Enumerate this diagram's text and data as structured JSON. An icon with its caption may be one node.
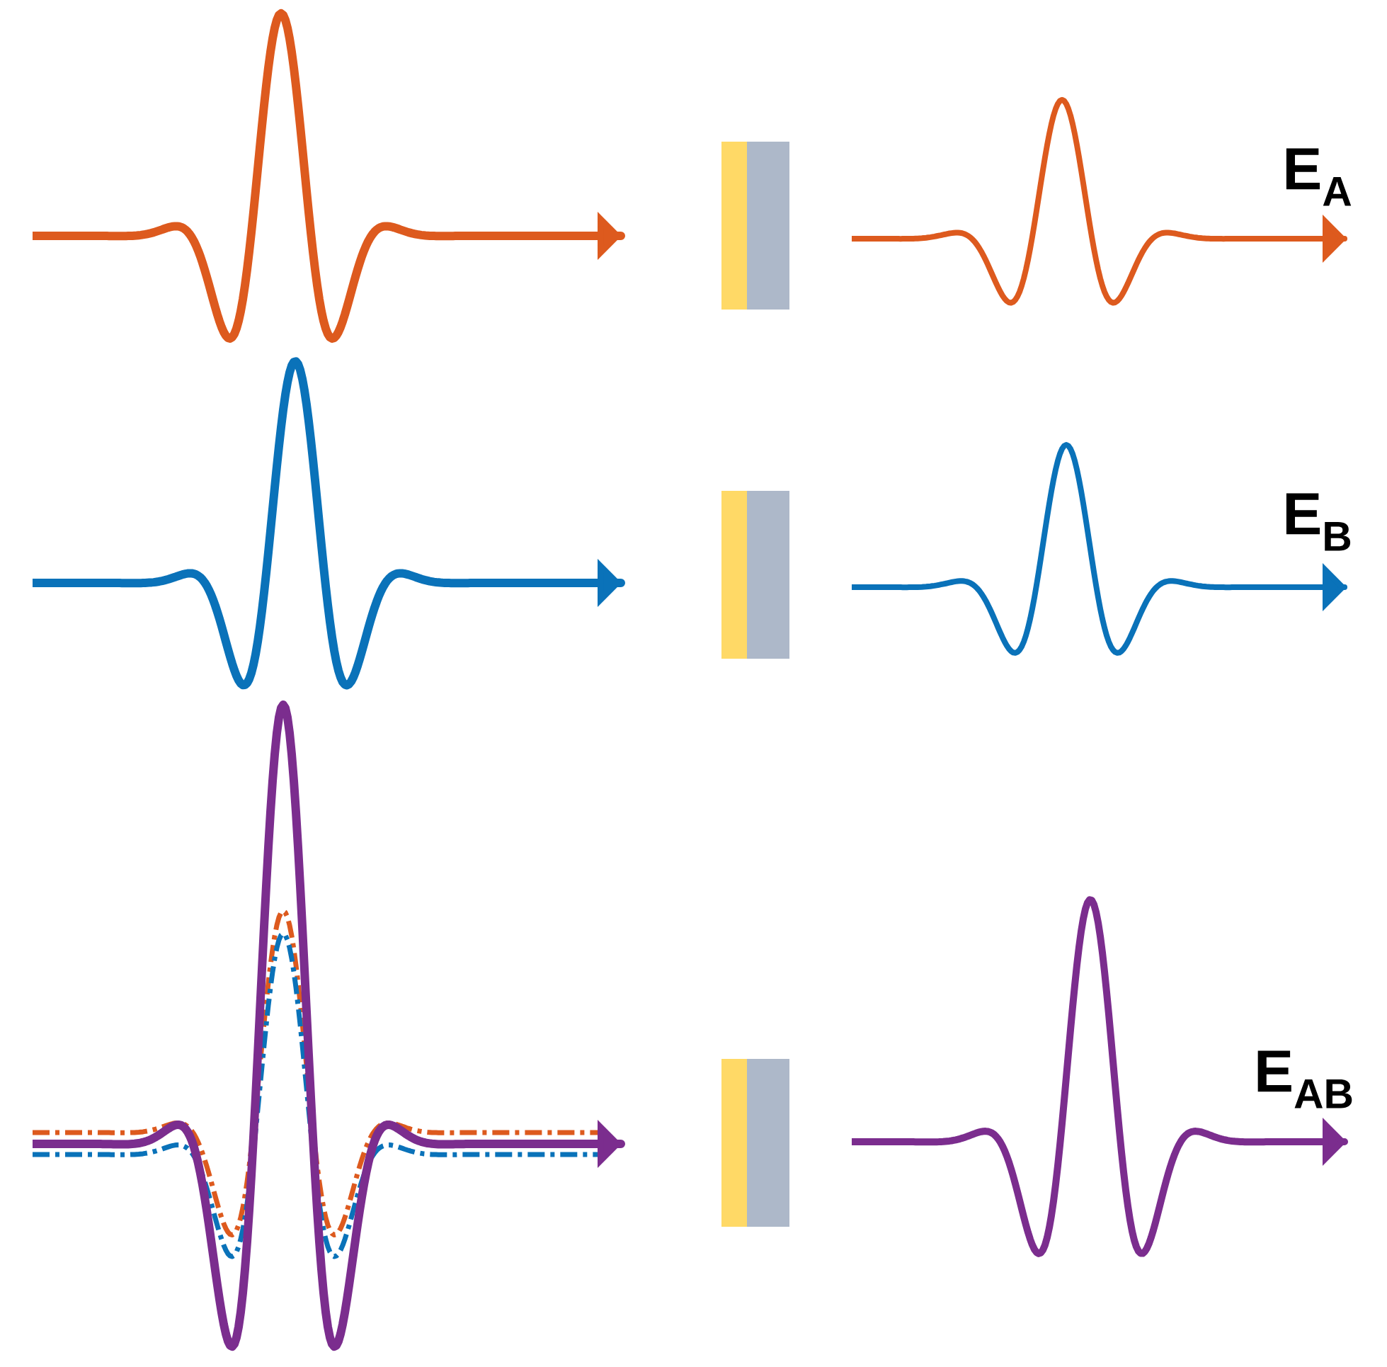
{
  "diagram": {
    "labels": [
      "E$_{A}$",
      "E$_{B}$",
      "E$_{AB}$"
    ]
  }
}
